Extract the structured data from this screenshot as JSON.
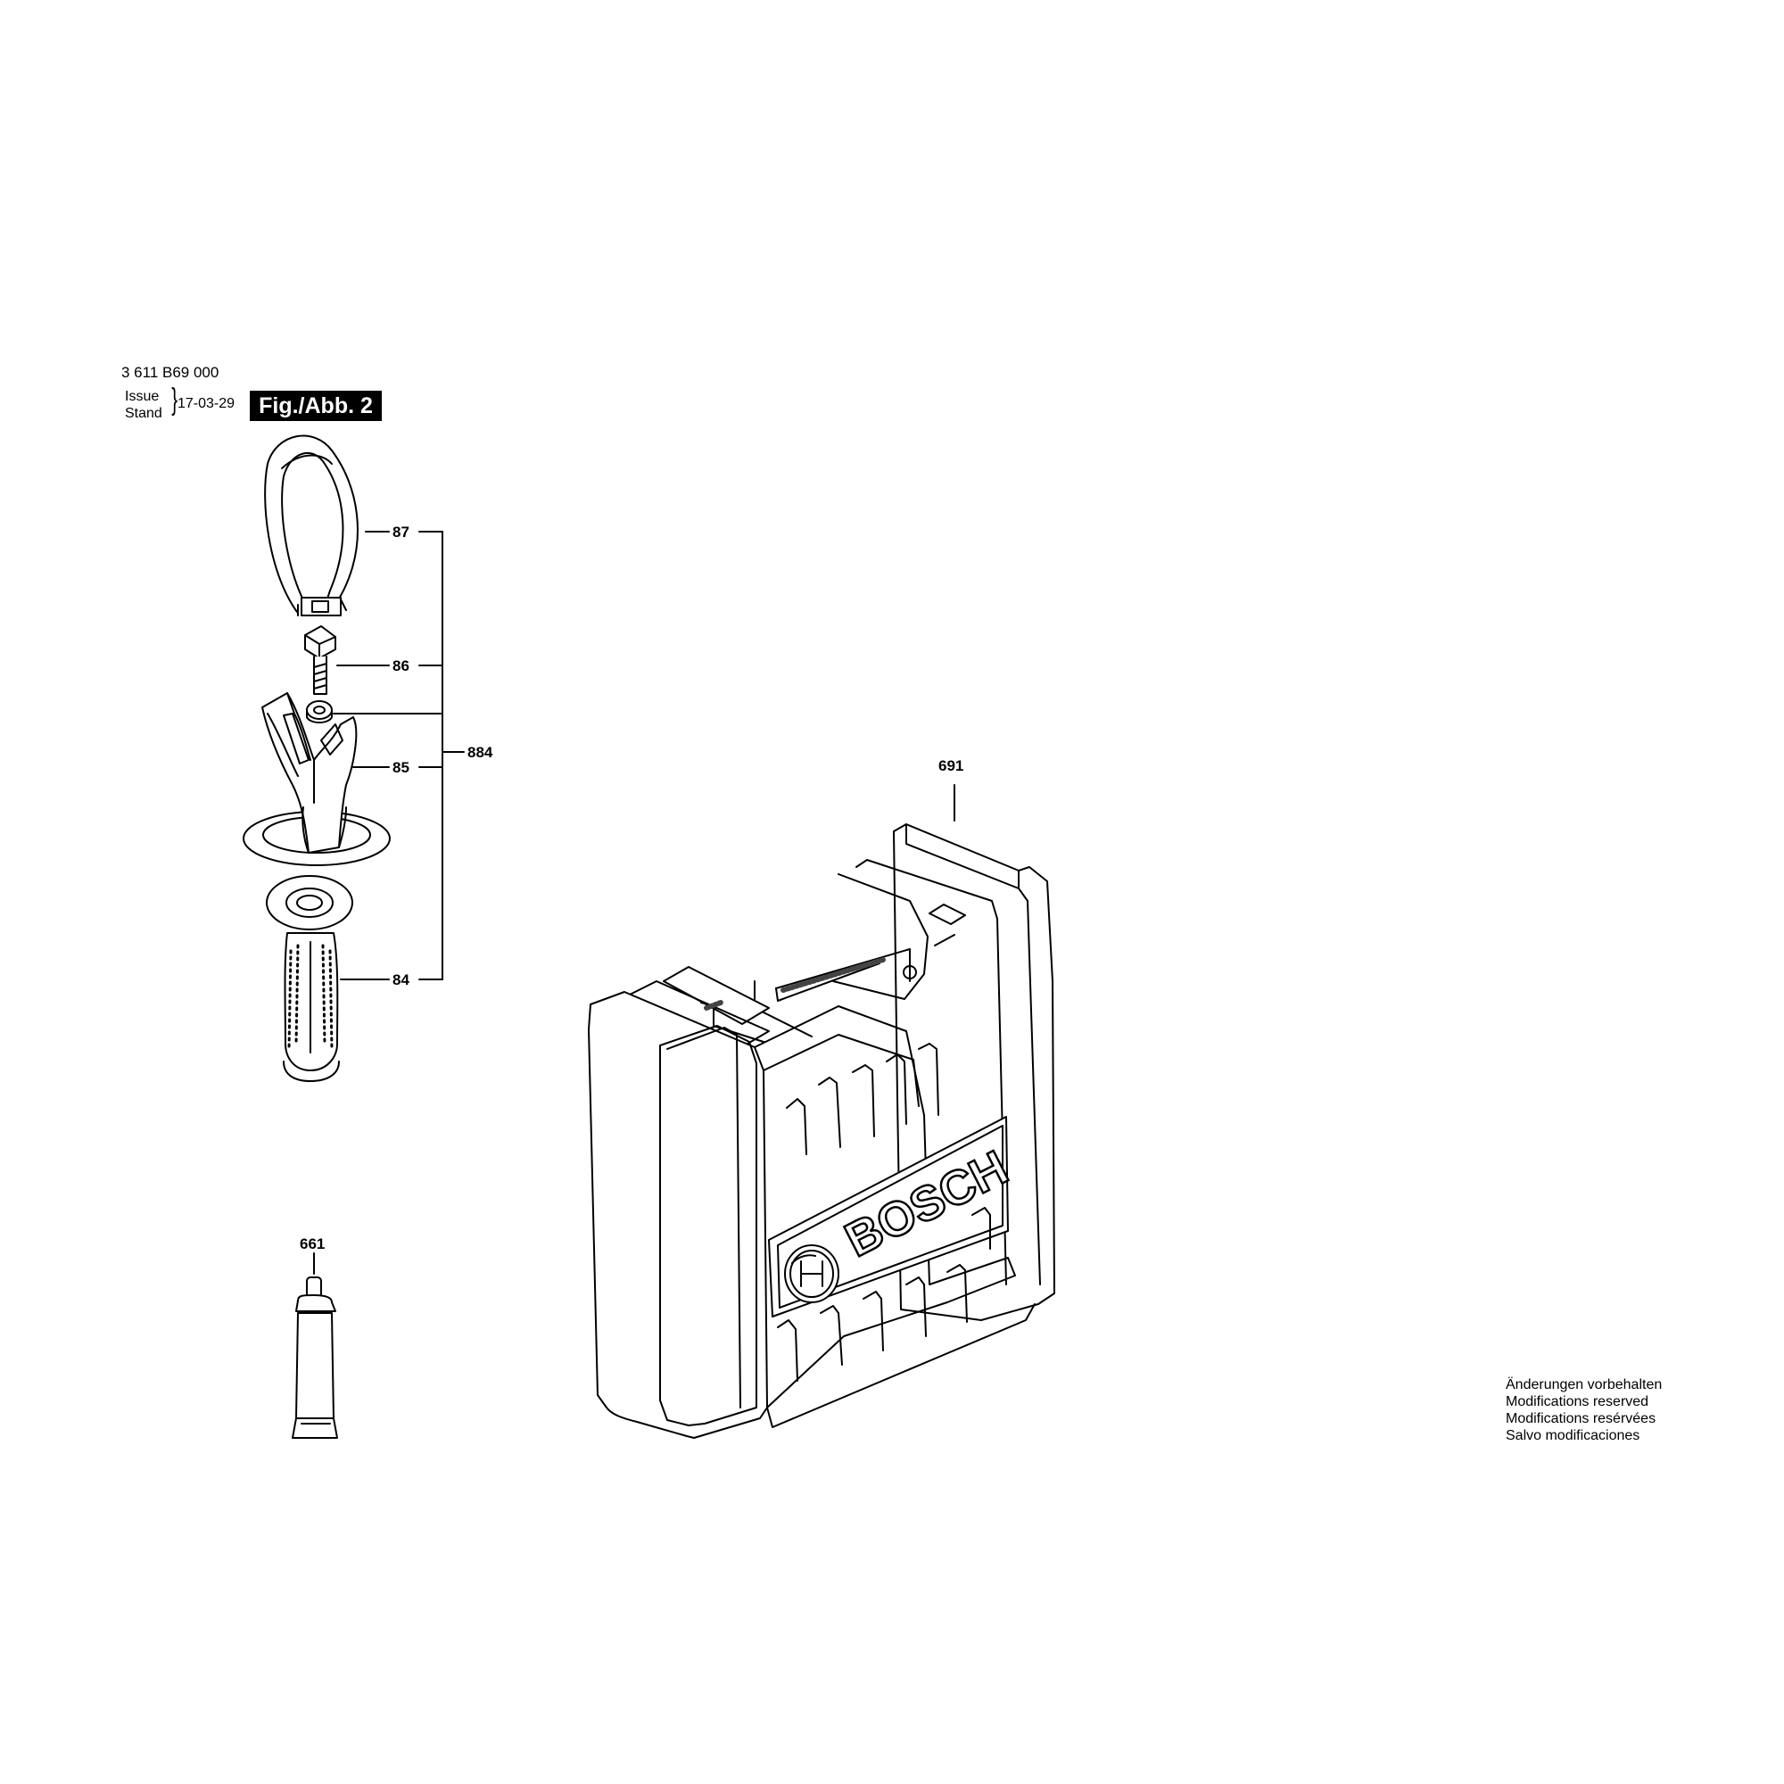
{
  "header": {
    "part_number": "3 611 B69 000",
    "issue_label": "Issue",
    "stand_label": "Stand",
    "date": "17-03-29",
    "figure": "Fig./Abb. 2"
  },
  "callouts": {
    "c87": "87",
    "c86": "86",
    "c884": "884",
    "c85": "85",
    "c84": "84",
    "c661": "661",
    "c691": "691"
  },
  "case": {
    "brand": "BOSCH"
  },
  "footer": {
    "lines": [
      "Änderungen vorbehalten",
      "Modifications reserved",
      "Modifications resérvées",
      "Salvo modificaciones"
    ]
  }
}
